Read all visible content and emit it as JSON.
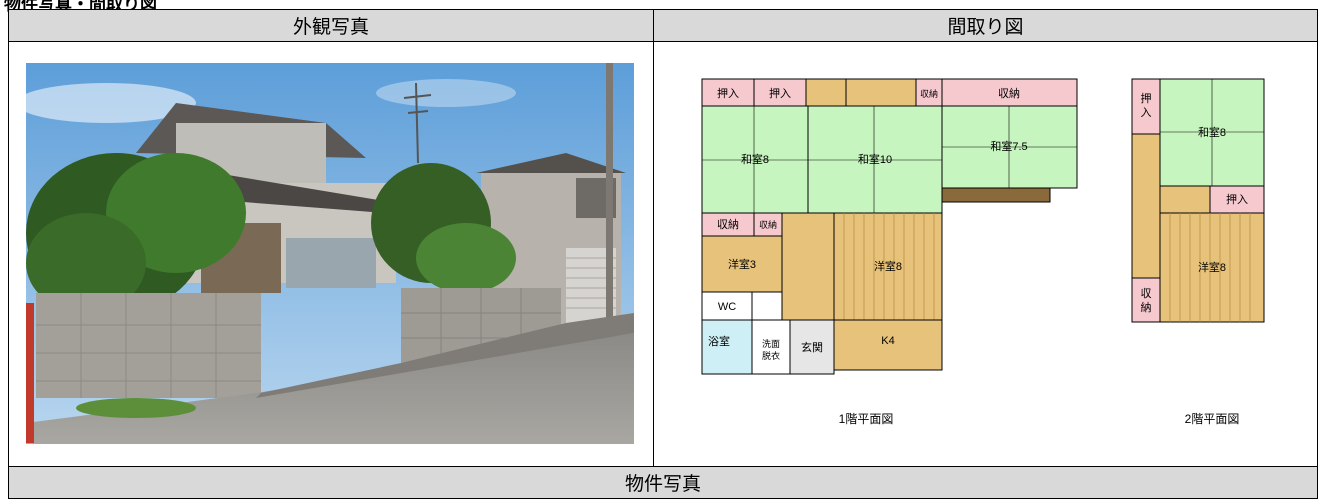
{
  "page_heading": "物件写真・間取り図",
  "table": {
    "exterior_header": "外観写真",
    "floorplan_header": "間取り図",
    "property_photos_header": "物件写真"
  },
  "floorplan": {
    "floor1_caption": "1階平面図",
    "floor2_caption": "2階平面図",
    "rooms_f1": {
      "oshiire_a": "押入",
      "oshiire_b": "押入",
      "shuno_small": "収納",
      "shuno_top": "収納",
      "washitsu8": "和室8",
      "washitsu10": "和室10",
      "washitsu75": "和室7.5",
      "shuno_a": "収納",
      "shuno_b": "収納",
      "yoshitsu3": "洋室3",
      "yoshitsu8": "洋室8",
      "wc": "WC",
      "yokushitsu": "浴室",
      "senmen_1": "洗面",
      "senmen_2": "脱衣",
      "genkan": "玄関",
      "k4": "K4"
    },
    "rooms_f2": {
      "oshiire_v1": "押",
      "oshiire_v2": "入",
      "washitsu8": "和室8",
      "oshiire": "押入",
      "shuno_v1": "収",
      "shuno_v2": "納",
      "yoshitsu8": "洋室8"
    }
  },
  "colors": {
    "washitsu": "#c7f5bf",
    "oshiire": "#f6c9cf",
    "wood": "#e7c27a",
    "header_bg": "#d9d9d9"
  }
}
